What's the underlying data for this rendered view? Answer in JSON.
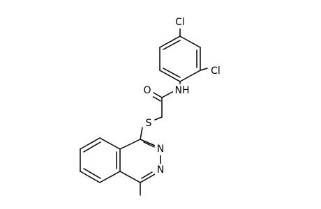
{
  "molecule": {
    "atoms": {
      "cl4": "Cl",
      "cl2": "Cl",
      "nh": "NH",
      "o": "O",
      "s": "S",
      "n2": "N",
      "n3": "N"
    }
  }
}
